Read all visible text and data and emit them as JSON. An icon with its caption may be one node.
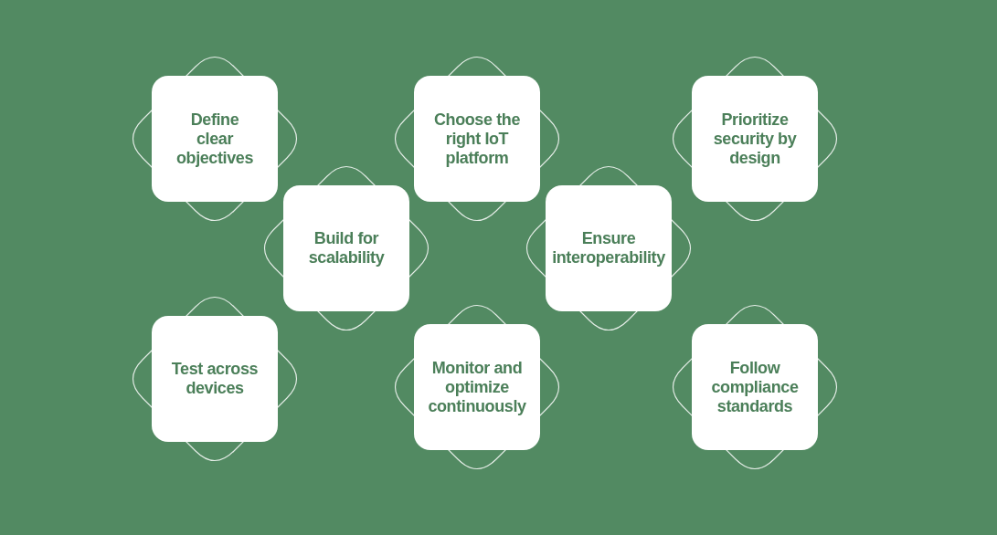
{
  "diagram": {
    "nodes": [
      {
        "text": [
          "Define clear objectives"
        ]
      },
      {
        "text": [
          "Choose the right IoT platform"
        ]
      },
      {
        "text": [
          "Prioritize security by design"
        ]
      },
      {
        "text": [
          "Build for scalability"
        ]
      },
      {
        "text": [
          "Ensure interoperability"
        ]
      },
      {
        "text": [
          "Test across devices"
        ]
      },
      {
        "text": [
          "Monitor and optimize continuously"
        ]
      },
      {
        "text": [
          "Follow compliance standards"
        ]
      }
    ]
  }
}
